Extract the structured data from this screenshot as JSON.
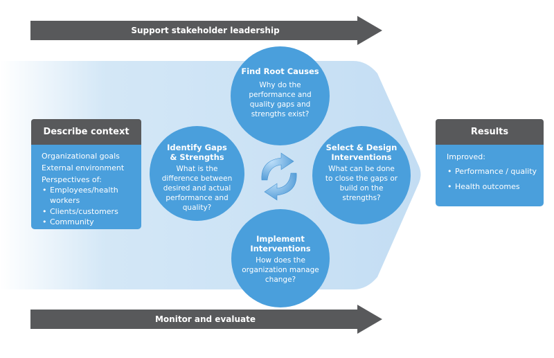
{
  "top_arrow": {
    "label": "Support stakeholder leadership"
  },
  "bottom_arrow": {
    "label": "Monitor and evaluate"
  },
  "context_box": {
    "title": "Describe context",
    "lines": [
      "Organizational goals",
      "External environment",
      "Perspectives of:"
    ],
    "bullets": [
      "Employees/health",
      "workers",
      "Clients/customers",
      "Community"
    ]
  },
  "results_box": {
    "title": "Results",
    "intro": "Improved:",
    "bullets": [
      "Performance / quality",
      "Health outcomes"
    ]
  },
  "circles": {
    "root_causes": {
      "title": "Find Root Causes",
      "body": [
        "Why do the",
        "performance and",
        "quality gaps and",
        "strengths exist?"
      ]
    },
    "gaps": {
      "title": [
        "Identify Gaps",
        "& Strengths"
      ],
      "body": [
        "What is the",
        "difference between",
        "desired and actual",
        "performance and",
        "quality?"
      ]
    },
    "select": {
      "title": [
        "Select & Design",
        "Interventions"
      ],
      "body": [
        "What can be done",
        "to close the gaps or",
        "build on the",
        "strengths?"
      ]
    },
    "implement": {
      "title": [
        "Implement",
        "Interventions"
      ],
      "body": [
        "How does the",
        "organization manage",
        "change?"
      ]
    }
  },
  "colors": {
    "circle_blue": "#4a9fdc",
    "arrow_gray": "#58595b",
    "hexagon_light": "#cce3f5"
  },
  "icons": {
    "cycle": "cycle-arrows-icon"
  }
}
